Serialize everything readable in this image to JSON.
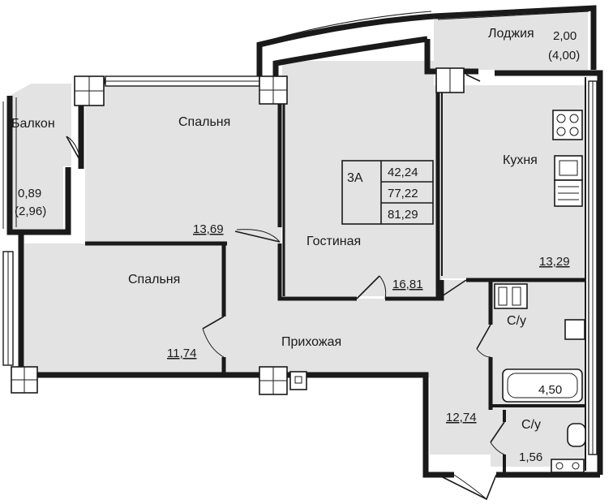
{
  "apartment": {
    "type": "3А",
    "areas": [
      "42,24",
      "77,22",
      "81,29"
    ]
  },
  "rooms": {
    "loggia": {
      "name": "Лоджия",
      "area": "2,00",
      "area_total": "(4,00)"
    },
    "balcony": {
      "name": "Балкон",
      "area": "0,89",
      "area_total": "(2,96)"
    },
    "bedroom1": {
      "name": "Спальня",
      "area": "13,69"
    },
    "bedroom2": {
      "name": "Спальня",
      "area": "11,74"
    },
    "living": {
      "name": "Гостиная",
      "area": "16,81"
    },
    "kitchen": {
      "name": "Кухня",
      "area": "13,29"
    },
    "hall": {
      "name": "Прихожая",
      "area": "12,74"
    },
    "bath1": {
      "name": "С/у",
      "area": "4,50"
    },
    "bath2": {
      "name": "С/у",
      "area": "1,56"
    }
  }
}
